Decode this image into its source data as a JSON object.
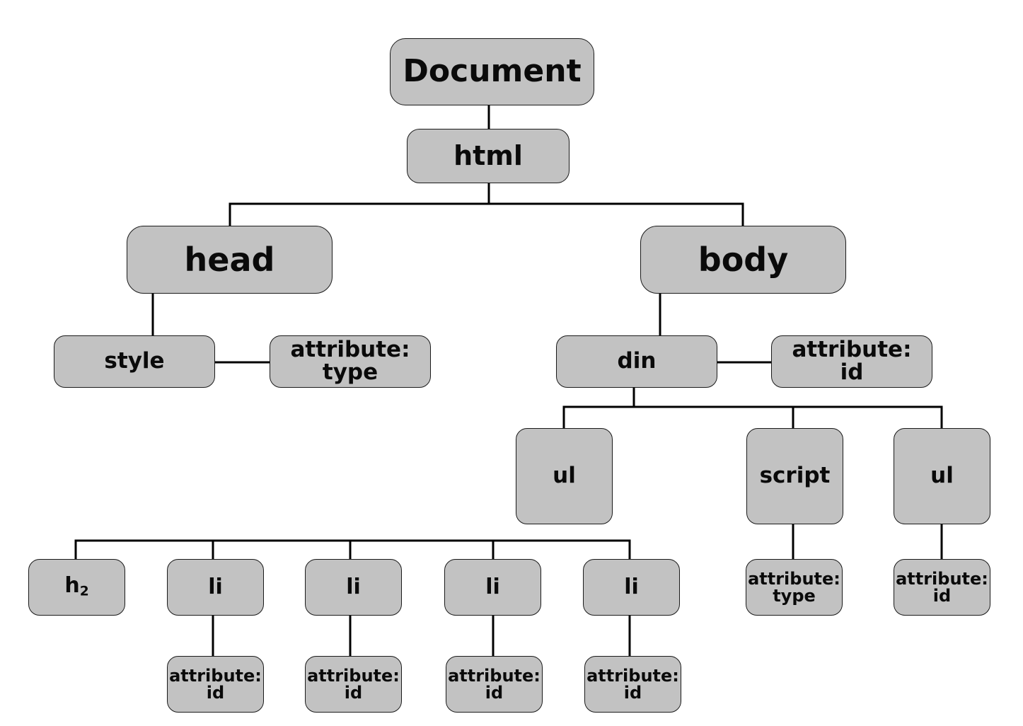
{
  "nodes": {
    "document": "Document",
    "html": "html",
    "head": "head",
    "body": "body",
    "style": "style",
    "head_attr": {
      "line1": "attribute:",
      "line2": "type"
    },
    "din": "din",
    "din_attr": {
      "line1": "attribute:",
      "line2": "id"
    },
    "ul_left": "ul",
    "script": "script",
    "ul_right": "ul",
    "h2": {
      "base": "h",
      "subscript": "2"
    },
    "li": [
      "li",
      "li",
      "li",
      "li"
    ],
    "script_attr": {
      "line1": "attribute:",
      "line2": "type"
    },
    "ul_right_attr": {
      "line1": "attribute:",
      "line2": "id"
    },
    "li_attrs": [
      {
        "line1": "attribute:",
        "line2": "id"
      },
      {
        "line1": "attribute:",
        "line2": "id"
      },
      {
        "line1": "attribute:",
        "line2": "id"
      },
      {
        "line1": "attribute:",
        "line2": "id"
      }
    ]
  },
  "colors": {
    "node_fill": "#c2c2c2",
    "node_border": "#1a1a1a",
    "connector": "#000000",
    "background": "#ffffff"
  }
}
